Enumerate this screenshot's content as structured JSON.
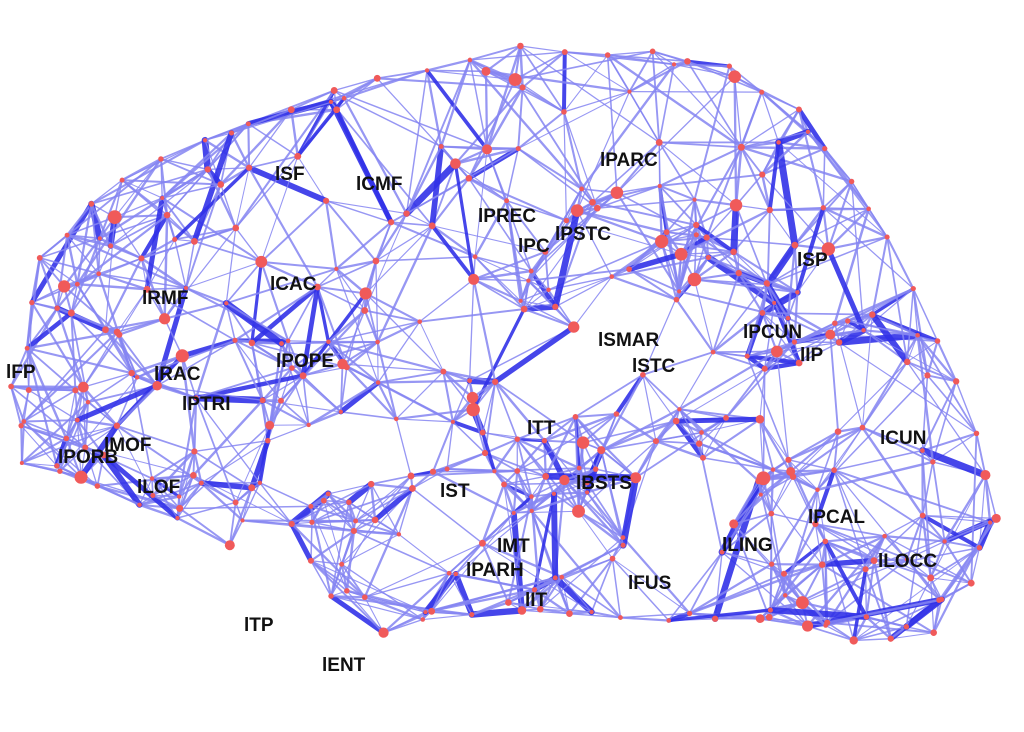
{
  "title": "Left hemisphere brain connectivity network",
  "colors": {
    "edge": "#8585f2",
    "edge_strong": "#3232e8",
    "node": "#f05a5a",
    "label": "#111111"
  },
  "regions": [
    "lSF",
    "lCMF",
    "lPARC",
    "lPREC",
    "lPC",
    "lPSTC",
    "lSP",
    "lRMF",
    "lCAC",
    "lPCUN",
    "lIP",
    "lSMAR",
    "lSTC",
    "lFP",
    "lRAC",
    "lPOPE",
    "lPTRI",
    "lMOF",
    "lPORB",
    "lLOF",
    "lTT",
    "lCUN",
    "lST",
    "lBSTS",
    "lPCAL",
    "lMT",
    "lLING",
    "lPARH",
    "lLOCC",
    "lIT",
    "lFUS",
    "lTP",
    "lENT"
  ]
}
